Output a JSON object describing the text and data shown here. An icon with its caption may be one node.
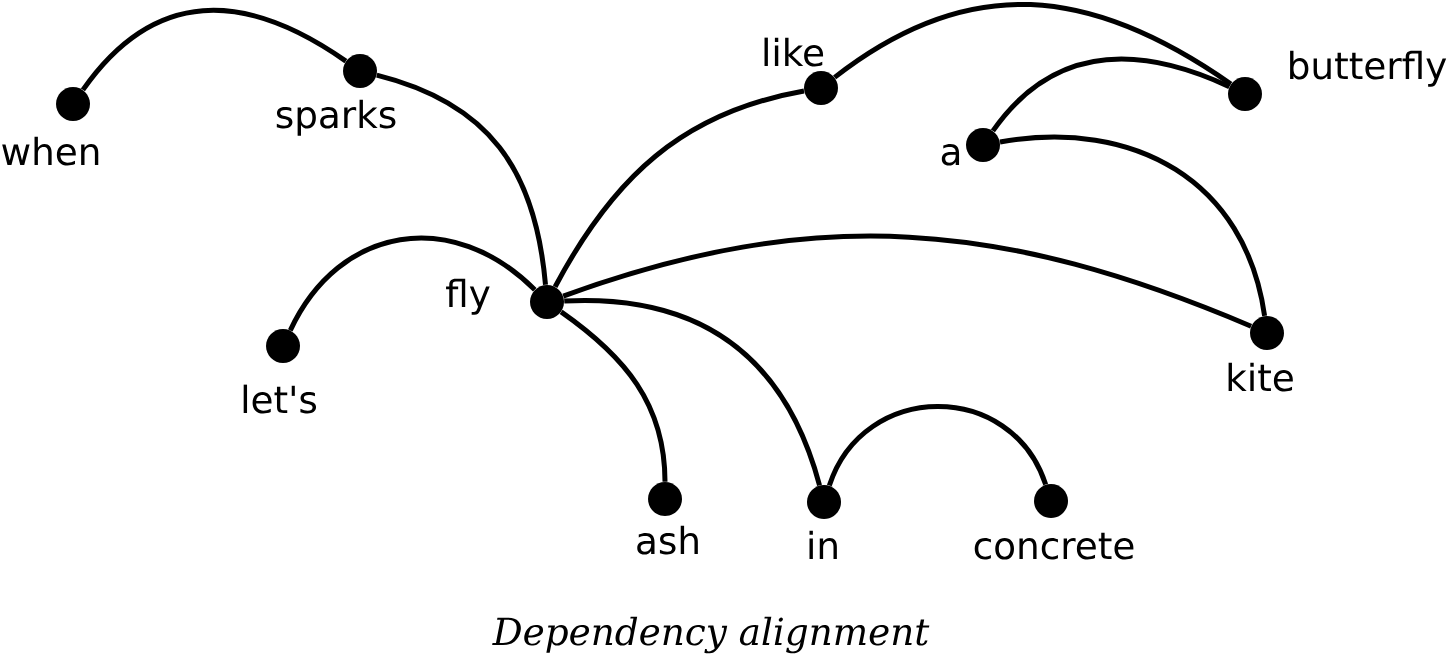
{
  "diagram": {
    "caption": "Dependency alignment",
    "nodes": [
      {
        "text": [],
        "shape": "circle",
        "beside": [
          "when"
        ]
      },
      {
        "text": [],
        "shape": "circle",
        "beside": [
          "sparks"
        ]
      },
      {
        "text": [],
        "shape": "circle",
        "beside": [
          "like"
        ]
      },
      {
        "text": [],
        "shape": "circle",
        "beside": [
          "butterfly"
        ]
      },
      {
        "text": [],
        "shape": "circle",
        "beside": [
          "a"
        ]
      },
      {
        "text": [],
        "shape": "circle",
        "beside": [
          "fly"
        ]
      },
      {
        "text": [],
        "shape": "circle",
        "beside": [
          "let's"
        ]
      },
      {
        "text": [],
        "shape": "circle",
        "beside": [
          "kite"
        ]
      },
      {
        "text": [],
        "shape": "circle",
        "beside": [
          "ash"
        ]
      },
      {
        "text": [],
        "shape": "circle",
        "beside": [
          "in"
        ]
      },
      {
        "text": [],
        "shape": "circle",
        "beside": [
          "concrete"
        ]
      }
    ],
    "edges": [
      {
        "from": 1,
        "to": 0,
        "arrow": "none"
      },
      {
        "from": 5,
        "to": 1,
        "arrow": "none"
      },
      {
        "from": 5,
        "to": 2,
        "arrow": "none"
      },
      {
        "from": 2,
        "to": 3,
        "arrow": "none"
      },
      {
        "from": 3,
        "to": 4,
        "arrow": "none"
      },
      {
        "from": 7,
        "to": 4,
        "arrow": "none"
      },
      {
        "from": 5,
        "to": 7,
        "arrow": "none"
      },
      {
        "from": 5,
        "to": 6,
        "arrow": "none"
      },
      {
        "from": 5,
        "to": 8,
        "arrow": "none"
      },
      {
        "from": 5,
        "to": 9,
        "arrow": "none"
      },
      {
        "from": 9,
        "to": 10,
        "arrow": "none"
      }
    ]
  }
}
